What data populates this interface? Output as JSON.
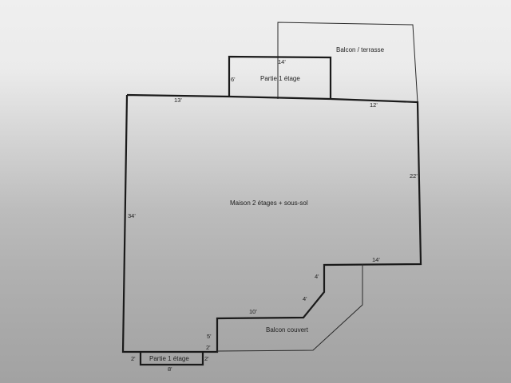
{
  "rooms": {
    "maison": "Maison 2 étages + sous-sol",
    "partie_haut": "Partie 1 étage",
    "partie_bas": "Partie 1 étage",
    "balcon_terrasse": "Balcon / terrasse",
    "balcon_couvert": "Balcon couvert"
  },
  "dimensions": {
    "left_wall": "34'",
    "top_left": "13'",
    "partie_haut_height": "6'",
    "partie_haut_width": "14'",
    "top_right": "12'",
    "right_wall": "22'",
    "bottom_right": "14'",
    "diag_upper": "4'",
    "diag_lower": "4'",
    "middle_step": "10'",
    "step_vertical": "5'",
    "step_small": "2'",
    "bottom_left": "2'",
    "bottom_right_small": "2'",
    "partie_bas_width": "8'"
  }
}
